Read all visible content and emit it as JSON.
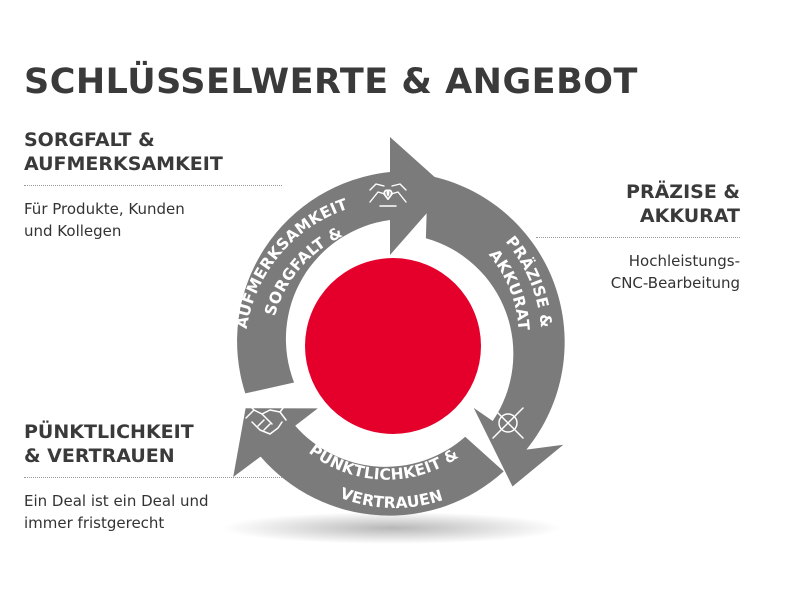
{
  "title": "SCHLÜSSELWERTE & ANGEBOT",
  "values": [
    {
      "heading_lines": [
        "SORGFALT &",
        "AUFMERKSAMKEIT"
      ],
      "description_lines": [
        "Für Produkte, Kunden",
        "und Kollegen"
      ],
      "ring_label_lines": [
        "SORGFALT &",
        "AUFMERKSAMKEIT"
      ],
      "icon": "hands-heart-icon"
    },
    {
      "heading_lines": [
        "PRÄZISE &",
        "AKKURAT"
      ],
      "description_lines": [
        "Hochleistungs-",
        "CNC-Bearbeitung"
      ],
      "ring_label_lines": [
        "PRÄZISE &",
        "AKKURAT"
      ],
      "icon": "crosshair-icon"
    },
    {
      "heading_lines": [
        "PÜNKTLICHKEIT",
        "& VERTRAUEN"
      ],
      "description_lines": [
        "Ein Deal ist ein Deal und",
        "immer fristgerecht"
      ],
      "ring_label_lines": [
        "PÜNKTLICHKEIT &",
        "VERTRAUEN"
      ],
      "icon": "handshake-icon"
    }
  ],
  "colors": {
    "ring": "#7b7b7b",
    "ring_dark": "#5e5e5e",
    "center": "#e4002b",
    "heading": "#3a3a3a"
  }
}
